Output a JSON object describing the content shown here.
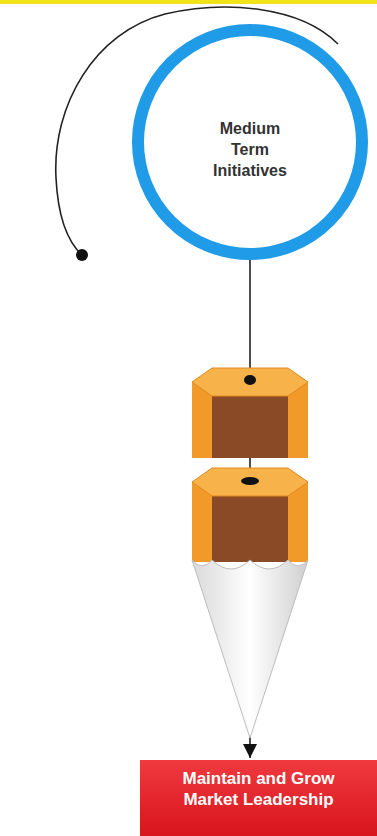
{
  "diagram": {
    "nodes": [
      {
        "text": [
          "Medium Term Initiatives"
        ]
      },
      {
        "text": [
          "Maintain and Grow Market Leadership"
        ]
      }
    ],
    "edges": [
      {
        "from": 0,
        "to": 1,
        "arrow": "to"
      }
    ]
  }
}
